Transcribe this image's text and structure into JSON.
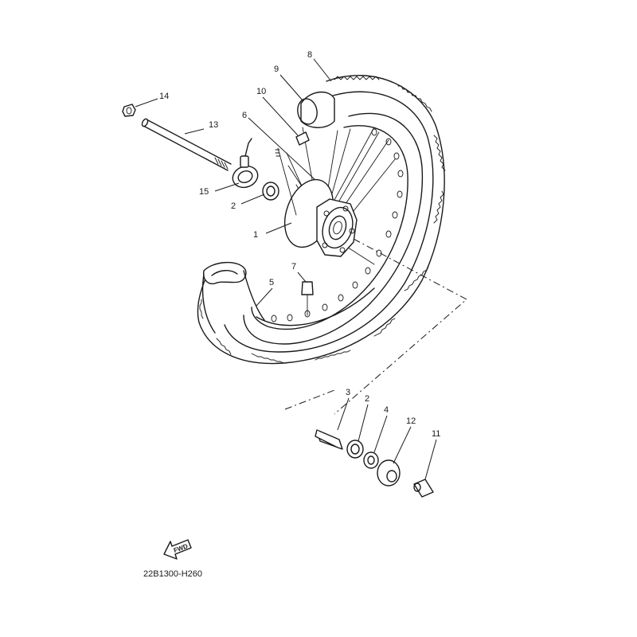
{
  "callouts": {
    "c1": "1",
    "c2a": "2",
    "c2b": "2",
    "c3": "3",
    "c4": "4",
    "c5": "5",
    "c6": "6",
    "c7": "7",
    "c8": "8",
    "c9": "9",
    "c10": "10",
    "c11": "11",
    "c12": "12",
    "c13": "13",
    "c14": "14",
    "c15": "15"
  },
  "fwd_label": "FWD",
  "diagram_code": "22B1300-H260"
}
